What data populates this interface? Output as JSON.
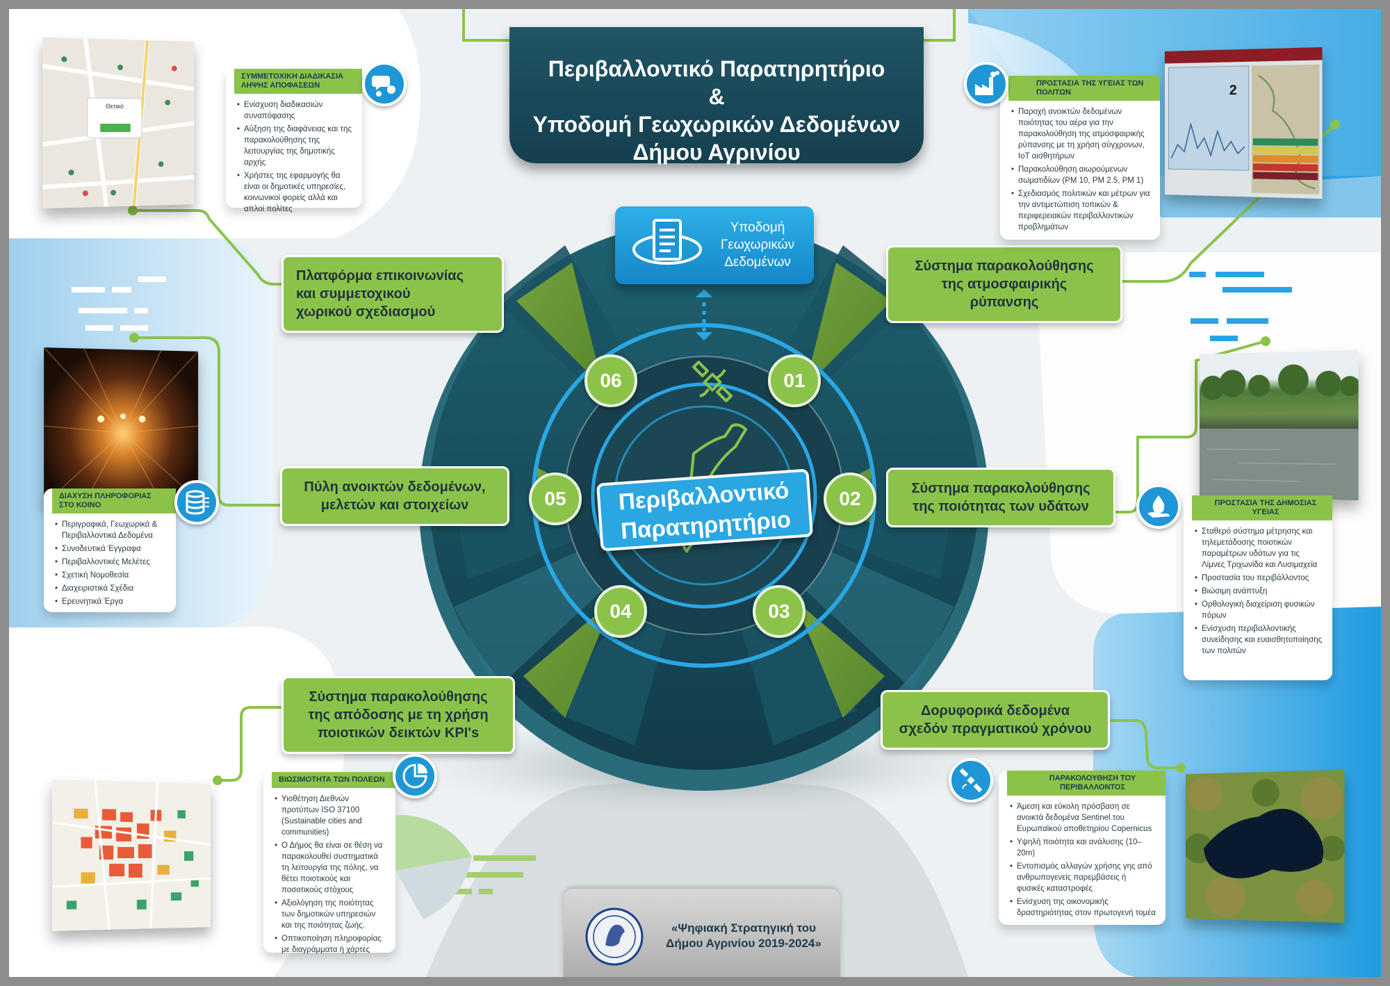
{
  "title": {
    "line1": "Περιβαλλοντικό Παρατηρητήριο",
    "line2": "&",
    "line3": "Υποδομή Γεωχωρικών Δεδομένων",
    "line4": "Δήμου Αγρινίου"
  },
  "infrastructure": {
    "line1": "Υποδομή",
    "line2": "Γεωχωρικών",
    "line3": "Δεδομένων"
  },
  "center": {
    "line1": "Περιβαλλοντικό",
    "line2": "Παρατηρητήριο"
  },
  "numbers": [
    "01",
    "02",
    "03",
    "04",
    "05",
    "06"
  ],
  "pillars": {
    "p01": {
      "line1": "Σύστημα παρακολούθησης",
      "line2": "της  ατμοσφαιρικής",
      "line3": "ρύπανσης"
    },
    "p02": {
      "line1": "Σύστημα παρακολούθησης",
      "line2": "της ποιότητας των υδάτων"
    },
    "p03": {
      "line1": "Δορυφορικά δεδομένα",
      "line2": "σχεδόν πραγματικού χρόνου"
    },
    "p04": {
      "line1": "Σύστημα παρακολούθησης",
      "line2": "της απόδοσης με τη χρήση",
      "line3": "ποιοτικών δεικτών KPI's"
    },
    "p05": {
      "line1": "Πύλη ανοικτών δεδομένων,",
      "line2": "μελετών και στοιχείων"
    },
    "p06": {
      "line1": "Πλατφόρμα επικοινωνίας",
      "line2": "και συμμετοχικού",
      "line3": "χωρικού σχεδιασμού"
    }
  },
  "cards": {
    "participation": {
      "heading1": "ΣΥΜΜΕΤΟΧΙΚΗ ΔΙΑΔΙΚΑΣΙΑ",
      "heading2": "ΛΗΨΗΣ ΑΠΟΦΑΣΕΩΝ",
      "items": [
        "Ενίσχυση διαδικασιών συναπόφασης",
        "Αύξηση της διαφάνειας και της παρακολούθησης της λειτουργίας της δημοτικής αρχής",
        "Χρήστες της εφαρμογής θα είναι οι δημοτικές υπηρεσίες, κοινωνικοί φορείς αλλά και απλοί πολίτες"
      ]
    },
    "info": {
      "heading1": "ΔΙΑΧΥΣΗ ΠΛΗΡΟΦΟΡΙΑΣ",
      "heading2": "ΣΤΟ ΚΟΙΝΟ",
      "items": [
        "Περιγραφικά, Γεωχωρικά & Περιβαλλοντικά Δεδομένα",
        "Συνοδευτικά Έγγραφα",
        "Περιβαλλοντικές Μελέτες",
        "Σχετική Νομοθεσία",
        "Διαχειριστικά Σχέδια",
        "Ερευνητικά Έργα"
      ]
    },
    "sustainability": {
      "heading1": "ΒΙΩΣΙΜΟΤΗΤΑ ΤΩΝ ΠΟΛΕΩΝ",
      "items": [
        "Υιοθέτηση Διεθνών προτύπων ISO 37100 (Sustainable cities and communities)",
        "Ο Δήμος θα είναι σε θέση να παρακολουθεί συστηματικά τη λειτουργία της πόλης, να θέτει ποιοτικούς και ποσοτικούς στόχους",
        "Αξιολόγηση της ποιότητας των δημοτικών υπηρεσιών και της ποιότητας ζωής.",
        "Οπτικοποίηση πληροφορίας με  διαγράμματα ή χάρτες"
      ]
    },
    "health": {
      "heading1": "ΠΡΟΣΤΑΣΙΑ ΤΗΣ ΥΓΕΙΑΣ ΤΩΝ",
      "heading2": "ΠΟΛΙΤΩΝ",
      "items": [
        "Παροχή ανοικτών δεδομένων ποιότητας του αέρα για την παρακολούθηση της ατμοσφαιρικής ρύπανσης με τη χρήση σύγχρονων, IoT αισθητήρων",
        "Παρακολούθηση αιωρούμενων σωματιδίων (PM 10, PM 2.5, PM 1)",
        "Σχεδιασμός πολιτικών και μέτρων για την αντιμετώπιση τοπικών & περιφερειακών περιβαλλοντικών προβλημάτων"
      ]
    },
    "publichealth": {
      "heading1": "ΠΡΟΣΤΑΣΙΑ ΤΗΣ ΔΗΜΟΣΙΑΣ",
      "heading2": "ΥΓΕΙΑΣ",
      "items": [
        "Σταθερό σύστημα μέτρησης και τηλεμετάδοσης ποιοτικών παραμέτρων υδάτων για τις Λίμνες Τριχωνίδα και Λυσιμαχεία",
        "Προστασία του περιβάλλοντος",
        "Βιώσιμη ανάπτυξη",
        "Ορθολογική διαχείριση φυσικών πόρων",
        "Ενίσχυση περιβαλλοντικής συνείδησης και ευαισθητοποίησης των πολιτών"
      ]
    },
    "monitoring": {
      "heading1": "ΠΑΡΑΚΟΛΟΥΘΗΣΗ ΤΟΥ",
      "heading2": "ΠΕΡΙΒΑΛΛΟΝΤΟΣ",
      "items": [
        "Άμεση και εύκολη πρόσβαση σε ανοικτά δεδομένα Sentinel του Ευρωπαϊκού αποθετηρίου Copernicus",
        "Υψηλή ποιότητα και ανάλυσης (10–20m)",
        "Εντοπισμός αλλαγών χρήσης γης από ανθρωπογενείς παρεμβάσεις ή φυσικές καταστροφές",
        "Ενίσχυση της οικονομικής δραστηριότητας στον πρωτογενή τομέα"
      ]
    }
  },
  "screens": {
    "map_popup": "Θετικό",
    "air_value": "2"
  },
  "footer": {
    "line1": "«Ψηφιακή Στρατηγική του",
    "line2": "Δήμου Αγρινίου 2019-2024»"
  },
  "icons": [
    "chat-bubbles-icon",
    "database-icon",
    "pie-chart-icon",
    "factory-icon",
    "water-drop-hand-icon",
    "satellite-icon",
    "document-icon"
  ],
  "colors": {
    "green": "#8bc34a",
    "teal": "#1c4c5c",
    "blue": "#1f96d6"
  }
}
